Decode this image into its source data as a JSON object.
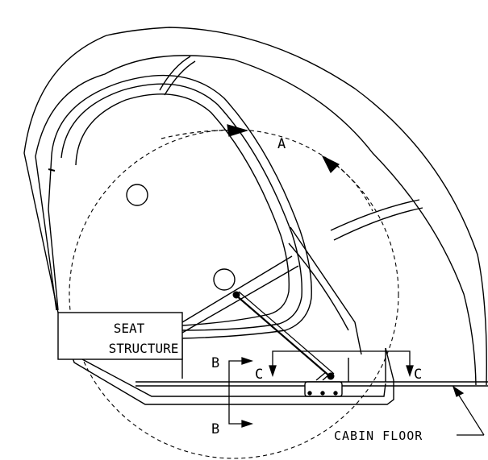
{
  "labels": {
    "view_a": "A",
    "section_b": "B",
    "section_c": "C",
    "seat_structure_line1": "SEAT",
    "seat_structure_line2": "STRUCTURE",
    "cabin_floor": "CABIN FLOOR"
  },
  "colors": {
    "line": "#000000",
    "background": "#ffffff"
  }
}
